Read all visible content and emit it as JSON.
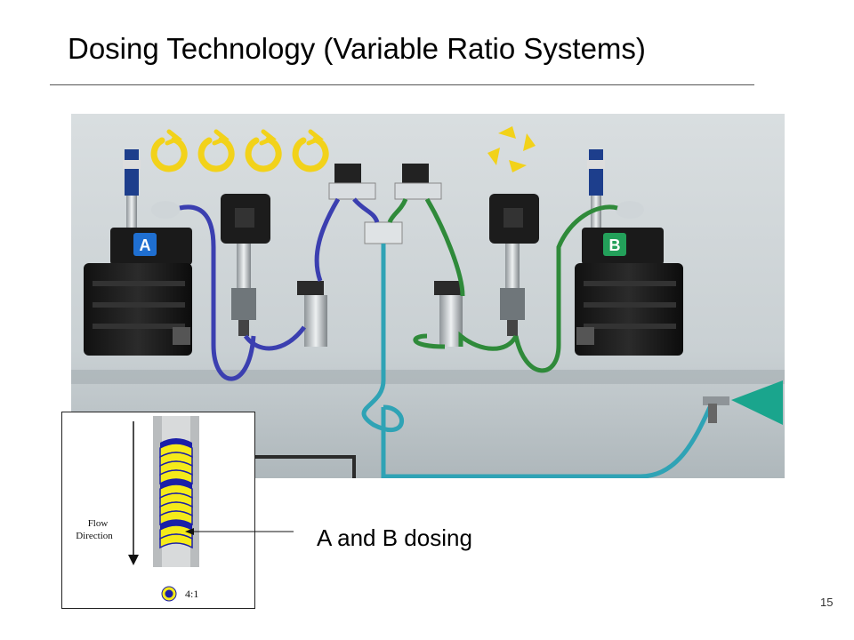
{
  "slide": {
    "title": "Dosing Technology (Variable Ratio Systems)",
    "caption": "A and B dosing",
    "page_number": "15"
  },
  "system": {
    "pump_a_label": "A",
    "pump_b_label": "B",
    "pump_a_color": "#1f6fd1",
    "pump_b_color": "#23a05a",
    "hose_a_color": "#3b3fb0",
    "hose_b_color": "#2f8a3a",
    "mix_hose_color": "#2fa3b5",
    "rotation_arrow_color": "#f2d21a"
  },
  "inset": {
    "flow_label_line1": "Flow",
    "flow_label_line2": "Direction",
    "ratio_label": "4:1",
    "component_a_color": "#1b1fa8",
    "component_b_color": "#f5ea1a"
  }
}
